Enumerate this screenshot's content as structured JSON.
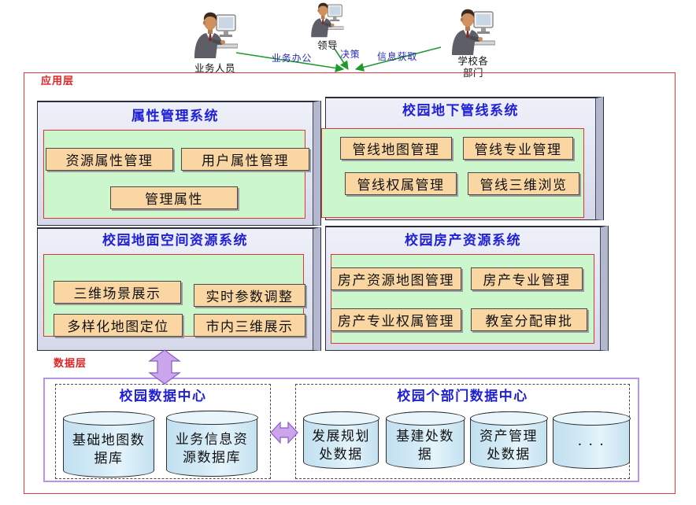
{
  "colors": {
    "layer_label": "#e02424",
    "layer_border": "#e23a3a",
    "title": "#1f1fd8",
    "flow_label": "#2b2bb8",
    "flow_arrow": "#1f9a2e",
    "system_face": "#e1e4f1",
    "system_side": "#b4b8cf",
    "panel_fill": "#ccf6cb",
    "panel_border": "#e23434",
    "module_fill": "#fad6a3",
    "data_border": "#b795e8",
    "link_arrow": "#cba6ee",
    "cylinder_fill": "#d3ebf6"
  },
  "actors": [
    {
      "label": "业务人员",
      "icon": "person-at-computer-icon"
    },
    {
      "label": "领导",
      "icon": "person-at-computer-icon"
    },
    {
      "label": "学校各\n部门",
      "icon": "person-at-computer-icon"
    }
  ],
  "flows": [
    {
      "label": "业务办公"
    },
    {
      "label": "决策"
    },
    {
      "label": "信息获取"
    }
  ],
  "application_layer": {
    "label": "应用层",
    "systems": [
      {
        "title": "属性管理系统",
        "modules": [
          "资源属性管理",
          "用户属性管理",
          "管理属性"
        ]
      },
      {
        "title": "校园地下管线系统",
        "modules": [
          "管线地图管理",
          "管线专业管理",
          "管线权属管理",
          "管线三维浏览"
        ]
      },
      {
        "title": "校园地面空间资源系统",
        "modules": [
          "三维场景展示",
          "实时参数调整",
          "多样化地图定位",
          "市内三维展示"
        ]
      },
      {
        "title": "校园房产资源系统",
        "modules": [
          "房产资源地图管理",
          "房产专业管理",
          "房产专业权属管理",
          "教室分配审批"
        ]
      }
    ]
  },
  "data_layer": {
    "label": "数据层",
    "centers": [
      {
        "title": "校园数据中心",
        "databases": [
          "基础地图数\n据库",
          "业务信息资\n源数据库"
        ]
      },
      {
        "title": "校园个部门数据中心",
        "databases": [
          "发展规划\n处数据",
          "基建处数\n据",
          "资产管理\n处数据",
          "· · ·"
        ]
      }
    ]
  }
}
